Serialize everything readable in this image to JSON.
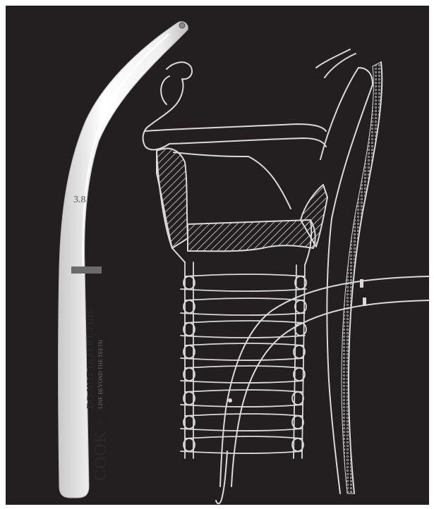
{
  "figure": {
    "background_color": "#231f20",
    "line_color": "#d9d9d9",
    "tube_color": "#f4f4f4",
    "stripe_color": "#6b6b6b"
  },
  "tube_labels": {
    "size_marking": "3.8",
    "warning_line1": "DO NOT INSERT THIS",
    "warning_line2": "LINE BEYOND THE TEETH",
    "brand": "COOK",
    "registered_mark": "®"
  }
}
